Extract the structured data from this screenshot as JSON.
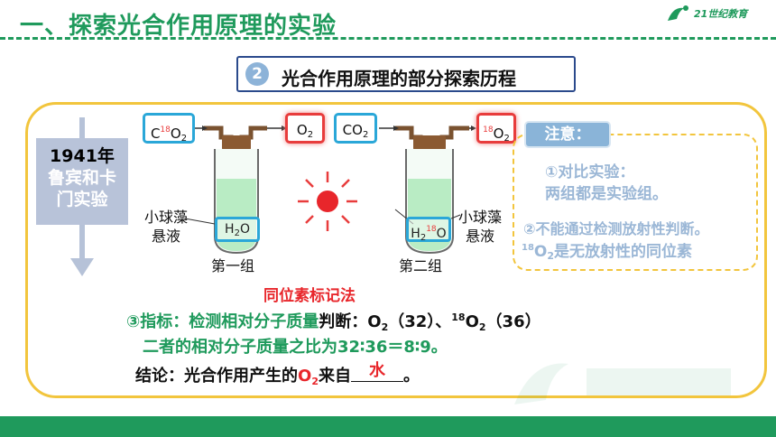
{
  "header": {
    "title": "一、探索光合作用原理的实验",
    "logo_text": "21世纪教育"
  },
  "section": {
    "number": "2",
    "title": "光合作用原理的部分探索历程"
  },
  "timeline": {
    "year": "1941年",
    "name_line1": "鲁宾和卡",
    "name_line2": "门实验"
  },
  "group1": {
    "input_c": "C",
    "input_sup": "18",
    "input_o": "O",
    "input_sub": "2",
    "output_o": "O",
    "output_sub": "2",
    "water_h": "H",
    "water_sub": "2",
    "water_o": "O",
    "algae_line1": "小球藻",
    "algae_line2": "悬液",
    "label": "第一组"
  },
  "group2": {
    "input_co": "CO",
    "input_sub": "2",
    "output_sup": "18",
    "output_o": "O",
    "output_sub": "2",
    "water_h": "H",
    "water_sub": "2",
    "water_sup": "18",
    "water_o": "O",
    "algae_line1": "小球藻",
    "algae_line2": "悬液",
    "label": "第二组"
  },
  "notes": {
    "title": "注意：",
    "line1": "①对比实验：",
    "line2": "两组都是实验组。",
    "line3": "②不能通过检测放射性判断。",
    "line4_sup": "18",
    "line4_o": "O",
    "line4_sub": "2",
    "line4_rest": "是无放射性的同位素"
  },
  "method": "同位素标记法",
  "indicator": {
    "label": "③指标：",
    "desc": "检测相对分子质量",
    "judge": "判断：",
    "o2": "O",
    "sub1": "2",
    "val1": "（32）、",
    "sup18": "18",
    "o2b": "O",
    "sub2": "2",
    "val2": "（36）"
  },
  "ratio": "二者的相对分子质量之比为32∶36＝8∶9。",
  "conclusion": {
    "prefix": "结论：光合作用产生的",
    "o": "O",
    "sub": "2",
    "mid": "来自",
    "answer": "水",
    "end": "。"
  },
  "colors": {
    "green": "#1f9a5c",
    "yellow": "#f2c53d",
    "red": "#e8262b",
    "blue": "#2aa7d8",
    "note_blue": "#9bb7d6"
  }
}
